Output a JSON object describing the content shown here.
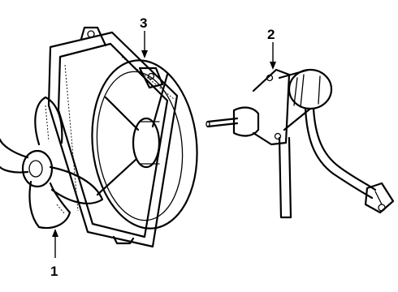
{
  "callouts": {
    "fan_blade": "1",
    "fan_motor": "2",
    "fan_shroud": "3"
  },
  "colors": {
    "ink": "#000000",
    "paper": "#ffffff"
  }
}
